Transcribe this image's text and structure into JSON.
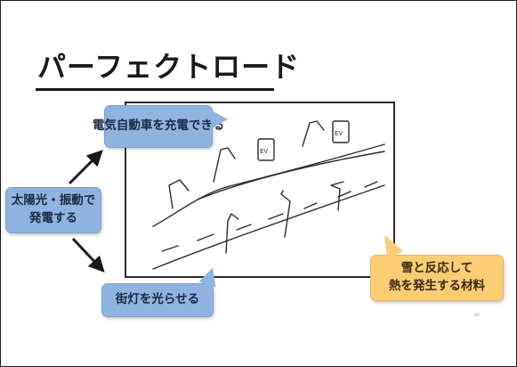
{
  "title": "パーフェクトロード",
  "callouts": {
    "ev_charge": {
      "line1": "電気自動車を",
      "line2": "充電できる"
    },
    "solar": {
      "line1": "太陽光・振動で",
      "line2": "発電する"
    },
    "streetlight": {
      "line1": "街灯を光らせる"
    },
    "snow": {
      "line1": "雪と反応して",
      "line2": "熱を発生する材料"
    }
  },
  "charger_labels": [
    "EV",
    "EV"
  ],
  "footnote": "=",
  "colors": {
    "callout_blue": "#8fb4e0",
    "callout_orange": "#fbcd75",
    "ink": "#1a1a1a"
  }
}
